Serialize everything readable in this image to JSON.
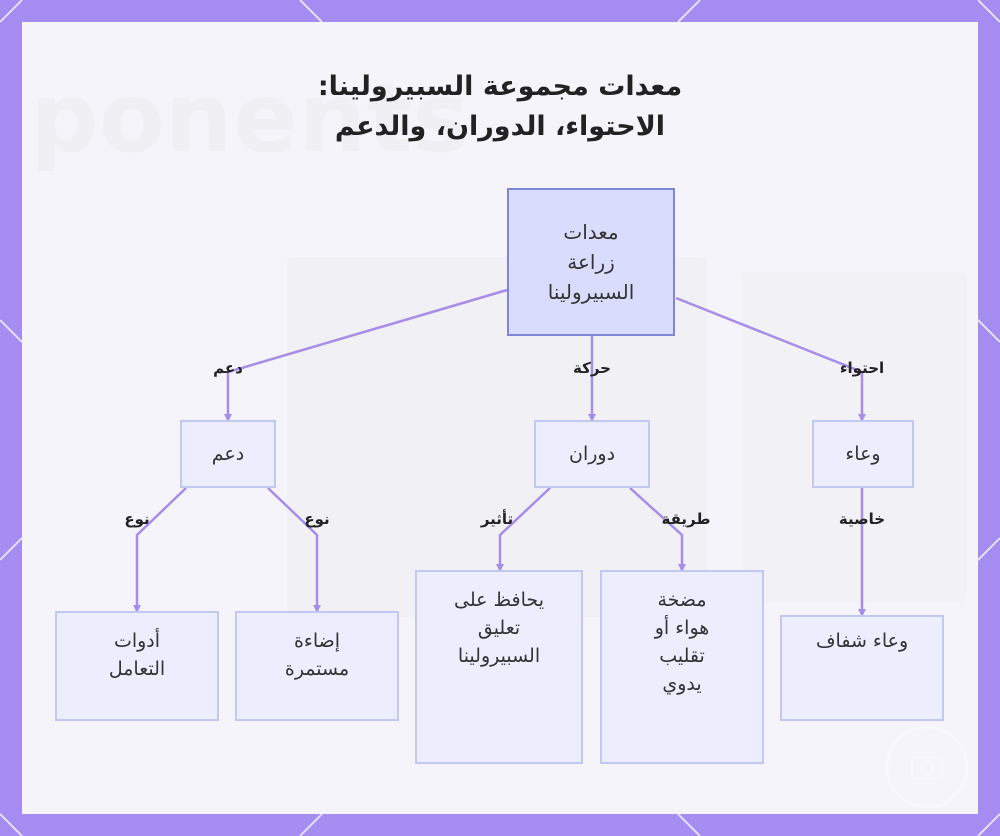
{
  "title": {
    "line1": "معدات مجموعة السبيرولينا:",
    "line2": "الاحتواء، الدوران، والدعم"
  },
  "nodes": {
    "root": [
      "معدات",
      "زراعة",
      "السبيرولينا"
    ],
    "container": [
      "وعاء"
    ],
    "rotation": [
      "دوران"
    ],
    "support": [
      "دعم"
    ],
    "transparent": [
      "وعاء شفاف"
    ],
    "pump": [
      "مضخة",
      "هواء أو",
      "تقليب",
      "يدوي"
    ],
    "suspension": [
      "يحافظ على",
      "تعليق",
      "السبيرولينا"
    ],
    "lighting": [
      "إضاءة",
      "مستمرة"
    ],
    "tools": [
      "أدوات",
      "التعامل"
    ]
  },
  "edge_labels": {
    "containment": "احتواء",
    "movement": "حركة",
    "support": "دعم",
    "property": "خاصية",
    "method": "طريقة",
    "effect": "تأثير",
    "type_lighting": "نوع",
    "type_tools": "نوع"
  },
  "colors": {
    "frame": "#a48cf0",
    "edge": "#a68ee8",
    "root_fill": "#d9dcfd",
    "root_border": "#7f86d6",
    "node_fill": "#eceefe",
    "node_border": "#c3c8f2"
  }
}
